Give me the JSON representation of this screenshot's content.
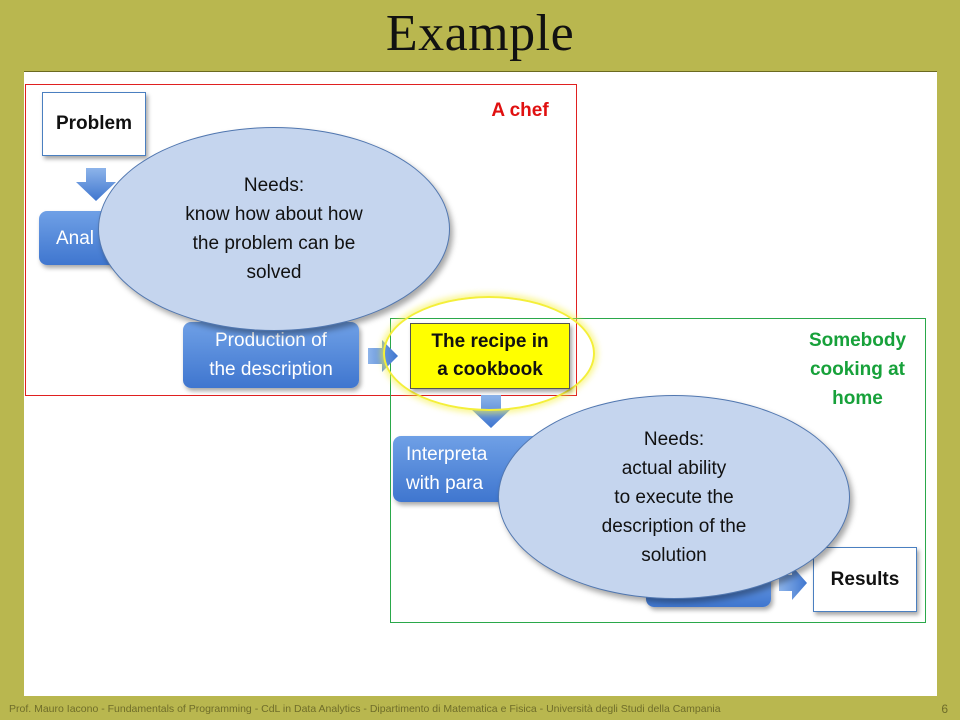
{
  "slide": {
    "title": "Example",
    "chef_label": "A chef",
    "somebody_label": [
      "Somebody",
      "cooking at",
      "home"
    ],
    "boxes": {
      "problem": "Problem",
      "analysis": "Anal",
      "production": [
        "Production of",
        "the description"
      ],
      "recipe": [
        "The recipe in",
        "a cookbook"
      ],
      "interpret": [
        "Interpreta",
        "with para"
      ],
      "results": "Results"
    },
    "callouts": {
      "chef": [
        "Needs:",
        "know how about how",
        "the problem can be",
        "solved"
      ],
      "home": [
        "Needs:",
        "actual ability",
        "to execute the",
        "description of the",
        "solution"
      ]
    },
    "footer": "Prof. Mauro Iacono - Fundamentals of Programming - CdL in Data Analytics - Dipartimento di Matematica e Fisica - Università degli Studi della Campania",
    "page_number": "6"
  },
  "colors": {
    "background": "#b9b74f",
    "chef_frame": "#e02020",
    "home_frame": "#2aa84a",
    "process_box": "#4f86d9",
    "recipe_box": "#ffff00",
    "callout": "#c5d5ee"
  }
}
